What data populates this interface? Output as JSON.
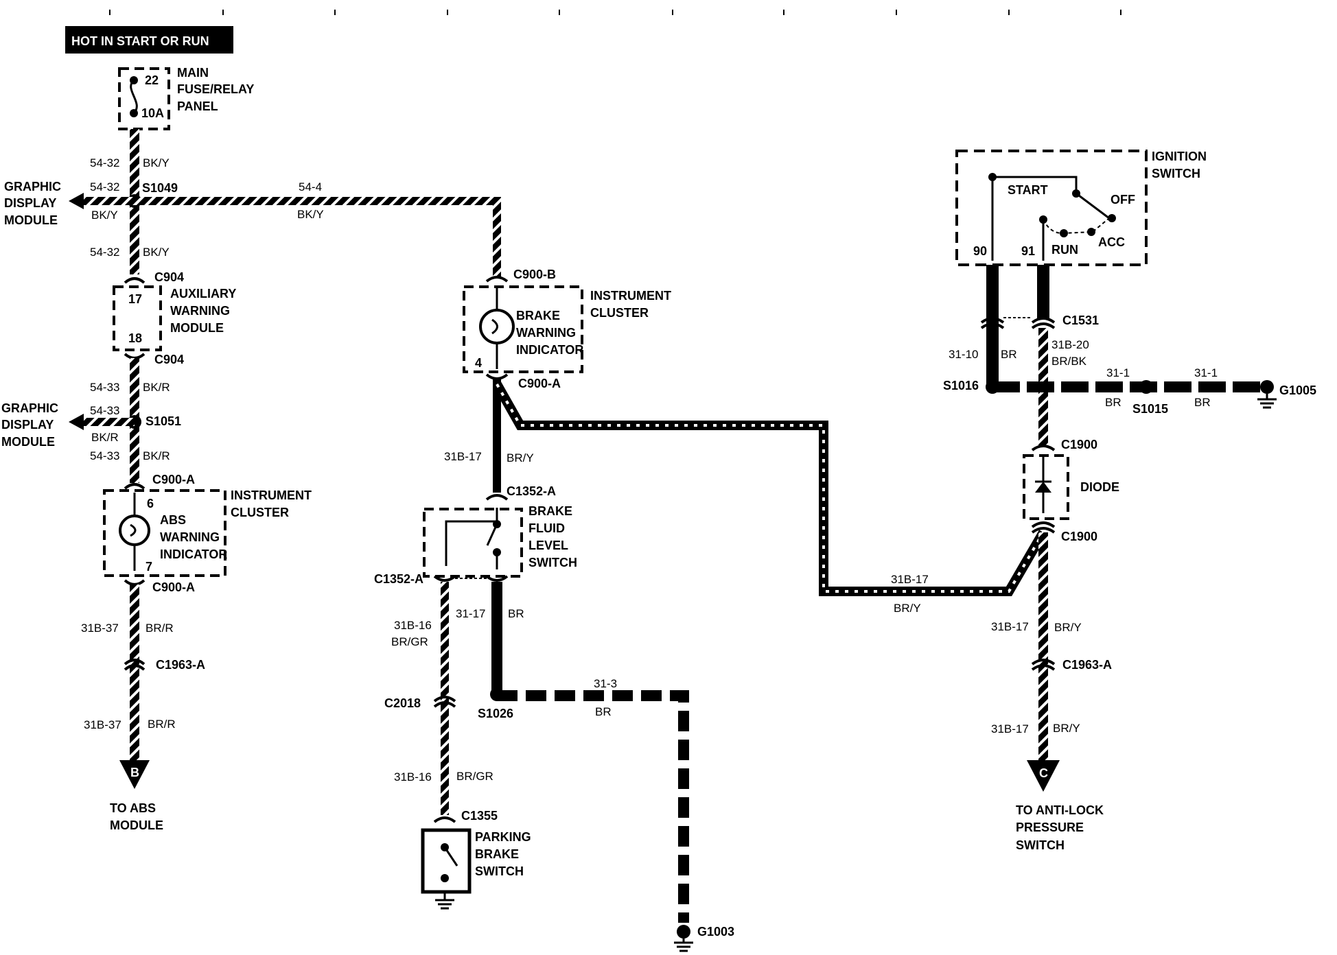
{
  "header": {
    "hot_label": "HOT IN START OR RUN"
  },
  "fuse": {
    "label_main": "MAIN",
    "label_fuse": "FUSE/RELAY",
    "label_panel": "PANEL",
    "number": "22",
    "rating": "10A"
  },
  "left_branch": {
    "w1_circuit": "54-32",
    "w1_color": "BK/Y",
    "s1049": "S1049",
    "s1049_circuit": "54-32",
    "s1049_color": "BK/Y",
    "gdm_top": [
      "GRAPHIC",
      "DISPLAY",
      "MODULE"
    ],
    "w2_circuit": "54-32",
    "w2_color": "BK/Y",
    "c904_top": "C904",
    "c904_bottom": "C904",
    "pin17": "17",
    "pin18": "18",
    "aux_module": [
      "AUXILIARY",
      "WARNING",
      "MODULE"
    ],
    "w3_circuit": "54-33",
    "w3_color": "BK/R",
    "gdm_bottom": [
      "GRAPHIC",
      "DISPLAY",
      "MODULE"
    ],
    "s1051": "S1051",
    "s1051_circuit": "54-33",
    "s1051_color": "BK/R",
    "w4_circuit": "54-33",
    "w4_color": "BK/R",
    "c900a_top": "C900-A",
    "pin6": "6",
    "pin7": "7",
    "c900a_bottom": "C900-A",
    "cluster": [
      "INSTRUMENT",
      "CLUSTER"
    ],
    "abs_indicator": [
      "ABS",
      "WARNING",
      "INDICATOR"
    ],
    "w5_circuit": "31B-37",
    "w5_color": "BR/R",
    "c1963a": "C1963-A",
    "w6_circuit": "31B-37",
    "w6_color": "BR/R",
    "arrow_b": "B",
    "to_abs": [
      "TO ABS",
      "MODULE"
    ]
  },
  "middle_branch": {
    "w544_circuit": "54-4",
    "w544_color": "BK/Y",
    "c900b": "C900-B",
    "cluster": [
      "INSTRUMENT",
      "CLUSTER"
    ],
    "brake_indicator": [
      "BRAKE",
      "WARNING",
      "INDICATOR"
    ],
    "pin4": "4",
    "c900a": "C900-A",
    "w_br_y_circuit": "31B-17",
    "w_br_y_color": "BR/Y",
    "c1352a_top": "C1352-A",
    "c1352a_left": "C1352-A",
    "fluid_switch": [
      "BRAKE",
      "FLUID",
      "LEVEL",
      "SWITCH"
    ],
    "w16_circuit": "31B-16",
    "w16_color": "BR/GR",
    "w317_circuit": "31-17",
    "w317_color": "BR",
    "c2018": "C2018",
    "s1026": "S1026",
    "w313_circuit": "31-3",
    "w313_color": "BR",
    "w16b_circuit": "31B-16",
    "w16b_color": "BR/GR",
    "c1355": "C1355",
    "parking_switch": [
      "PARKING",
      "BRAKE",
      "SWITCH"
    ],
    "g1003": "G1003",
    "long_circuit": "31B-17",
    "long_color": "BR/Y"
  },
  "right_branch": {
    "ignition": [
      "IGNITION",
      "SWITCH"
    ],
    "start": "START",
    "off": "OFF",
    "acc": "ACC",
    "run": "RUN",
    "pin90": "90",
    "pin91": "91",
    "c1531": "C1531",
    "w3110_circuit": "31-10",
    "w3110_color": "BR",
    "w31b20_circuit": "31B-20",
    "w31b20_color": "BR/BK",
    "s1016": "S1016",
    "w311a_circuit": "31-1",
    "w311a_color": "BR",
    "s1015": "S1015",
    "w311b_circuit": "31-1",
    "w311b_color": "BR",
    "g1005": "G1005",
    "c1900_top": "C1900",
    "diode": "DIODE",
    "c1900_bottom": "C1900",
    "w17a_circuit": "31B-17",
    "w17a_color": "BR/Y",
    "c1963a": "C1963-A",
    "w17b_circuit": "31B-17",
    "w17b_color": "BR/Y",
    "arrow_c": "C",
    "to_antilock": [
      "TO ANTI-LOCK",
      "PRESSURE",
      "SWITCH"
    ]
  },
  "colors": {
    "ink": "#000000",
    "paper": "#ffffff"
  }
}
